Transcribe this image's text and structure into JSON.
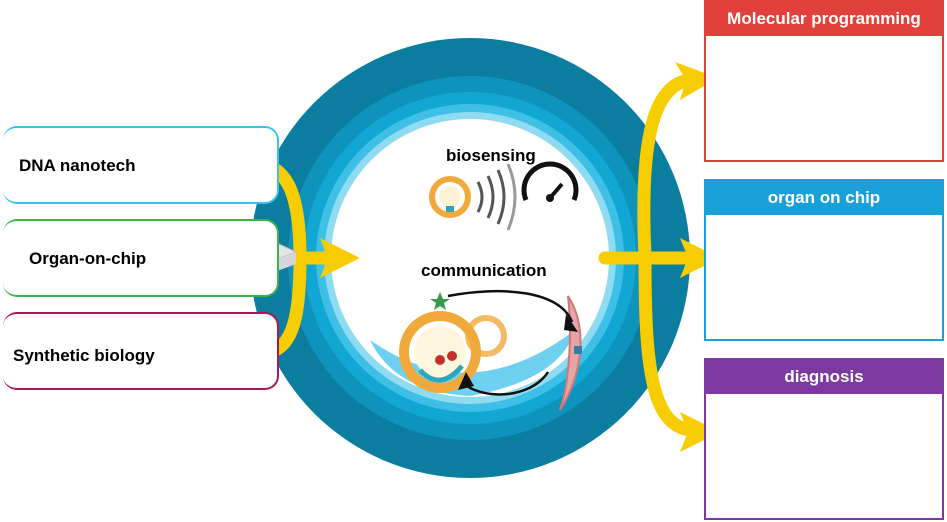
{
  "inputs": [
    {
      "label": "DNA nanotech",
      "color": "#3cc2e6"
    },
    {
      "label": "Organ-on-chip",
      "color": "#3db34a"
    },
    {
      "label": "Synthetic biology",
      "color": "#a8185a"
    }
  ],
  "center": {
    "biosensing": "biosensing",
    "communication": "communication"
  },
  "outputs": [
    {
      "label": "Molecular programming",
      "color": "#e2403a"
    },
    {
      "label": "organ on chip",
      "color": "#1aa0d8"
    },
    {
      "label": "diagnosis",
      "color": "#7c3aa0"
    }
  ],
  "colors": {
    "arrow": "#f6cd00",
    "ring_outer": "#0b7ea0",
    "ring_mid": "#0ea3cf",
    "ring_inner": "#7fd6ef",
    "liposome": "#f2a93b",
    "vessel": "#b83a32"
  }
}
